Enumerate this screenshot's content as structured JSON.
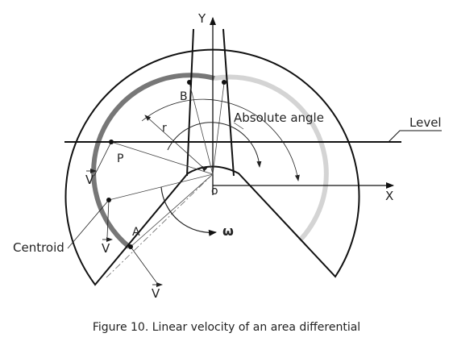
{
  "diagram": {
    "labels": {
      "y_axis": "Y",
      "x_axis": "X",
      "origin": "o",
      "level": "Level",
      "absolute_angle": "Absolute angle",
      "radius": "r",
      "point_b": "B",
      "point_p": "P",
      "point_a": "A",
      "velocity_1": "V",
      "velocity_2": "V",
      "velocity_3": "V",
      "centroid": "Centroid",
      "omega": "ω"
    },
    "caption": "Figure 10. Linear velocity of an area differential"
  }
}
